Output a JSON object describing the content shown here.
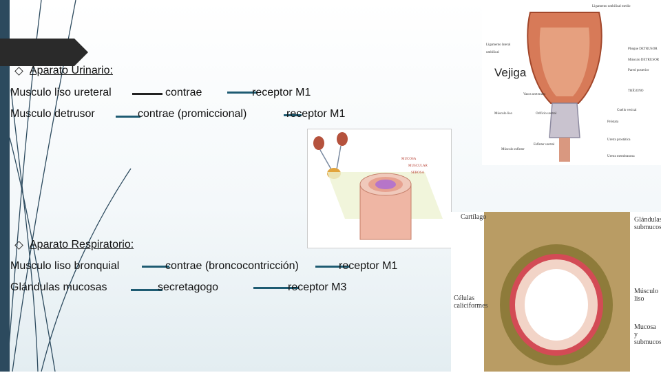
{
  "urinary": {
    "heading": "Aparato Urinario:",
    "rows": [
      {
        "muscle": "Musculo liso ureteral",
        "action": "contrae",
        "receptor": "receptor M1"
      },
      {
        "muscle": "Musculo detrusor",
        "action": "contrae (promiccional)",
        "receptor": "receptor M1"
      }
    ]
  },
  "respiratory": {
    "heading": "Aparato Respiratorio:",
    "rows": [
      {
        "muscle": "Musculo liso bronquial",
        "action": "contrae (broncocontricción)",
        "receptor": "receptor M1"
      },
      {
        "muscle": "Glándulas mucosas",
        "action": "secretagogo",
        "receptor": "receptor M3"
      }
    ]
  },
  "bladder_image": {
    "title": "Vejiga",
    "labels": [
      "Ligamento umbilical medio",
      "Ligamento lateral umbilical",
      "Músculo DETRUSOR",
      "Pared posterior",
      "Pliegue DETRUSOR",
      "TRÍGONO",
      "Vasos ureterales",
      "Músculo liso",
      "Orificio uretral",
      "Cuello vesical",
      "Próstata",
      "Uretra prostática",
      "Músculo esfínter",
      "Esfínter uretral",
      "Uretra membranosa"
    ]
  },
  "ureter_image": {
    "labels": [
      "MUCOSA",
      "MUSCULAR",
      "SEROSA"
    ]
  },
  "bronchus_image": {
    "labels": [
      "Cartílago",
      "Glándulas submucosas",
      "Células caliciformes",
      "Músculo liso",
      "Mucosa y submucosa"
    ]
  },
  "colors": {
    "sidebar": "#2c4a5e",
    "arrow_blue": "#1e5b72",
    "arrow_dark": "#222222"
  }
}
